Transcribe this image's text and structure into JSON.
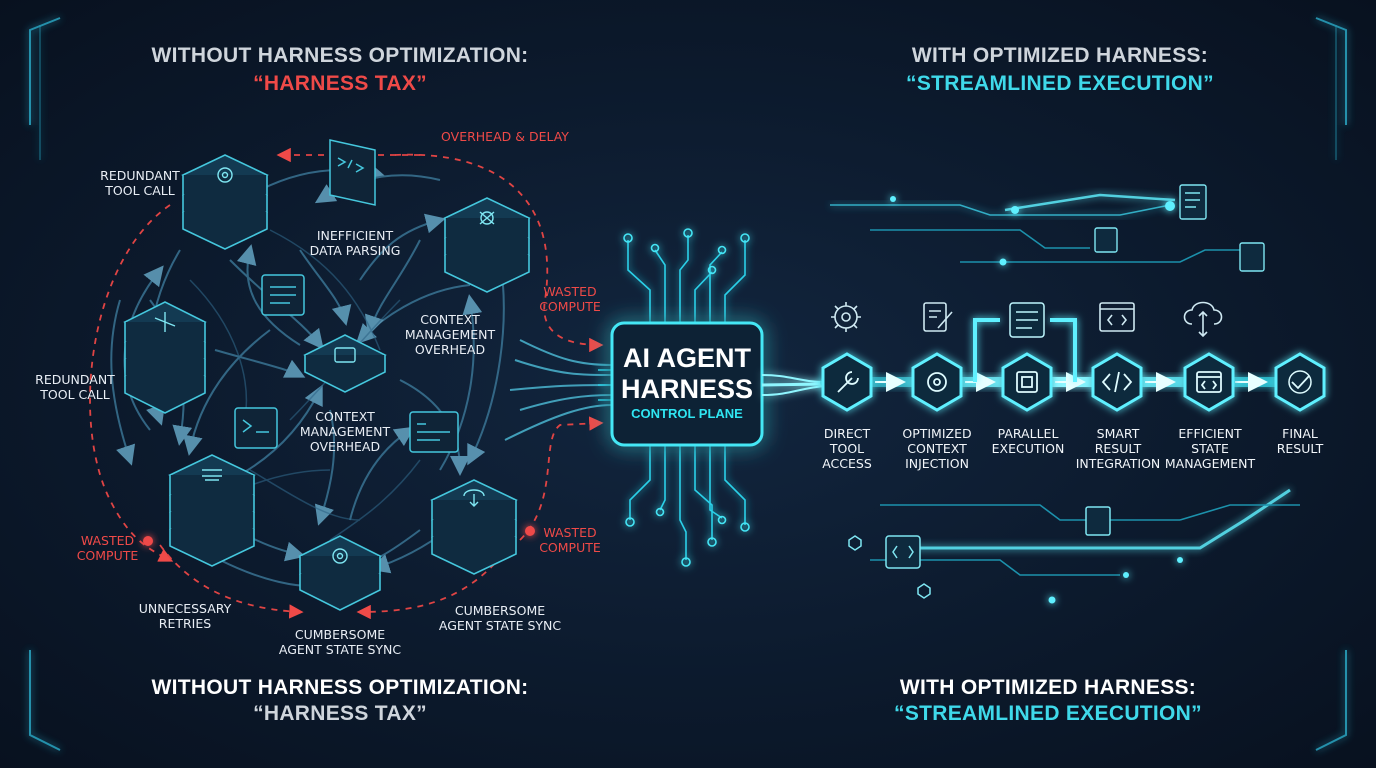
{
  "top_left": {
    "line1": "WITHOUT HARNESS OPTIMIZATION:",
    "line2": "“HARNESS TAX”"
  },
  "top_right": {
    "line1": "WITH OPTIMIZED HARNESS:",
    "line2": "“STREAMLINED EXECUTION”"
  },
  "bottom_left": {
    "line1": "WITHOUT HARNESS OPTIMIZATION:",
    "line2": "“HARNESS TAX”"
  },
  "bottom_right": {
    "line1": "WITH OPTIMIZED HARNESS:",
    "line2": "“STREAMLINED EXECUTION”"
  },
  "left_labels": {
    "redundant_top": "REDUNDANT\nTOOL CALL",
    "inefficient": "INEFFICIENT\nDATA PARSING",
    "overhead_delay": "OVERHEAD & DELAY",
    "wasted_right_top": "WASTED\nCOMPUTE",
    "context_right": "CONTEXT\nMANAGEMENT\nOVERHEAD",
    "redundant_mid": "REDUNDANT\nTOOL CALL",
    "context_center": "CONTEXT\nMANAGEMENT\nOVERHEAD",
    "wasted_left": "WASTED\nCOMPUTE",
    "wasted_right_bottom": "WASTED\nCOMPUTE",
    "retries": "UNNECESSARY\nRETRIES",
    "sync_bottom": "CUMBERSOME\nAGENT STATE SYNC",
    "sync_right": "CUMBERSOME\nAGENT STATE SYNC"
  },
  "core": {
    "line1": "AI AGENT",
    "line2": "HARNESS",
    "sub": "CONTROL PLANE"
  },
  "pipeline": [
    {
      "label": "DIRECT\nTOOL\nACCESS",
      "icon": "wrench-icon"
    },
    {
      "label": "OPTIMIZED\nCONTEXT\nINJECTION",
      "icon": "brain-gear-icon"
    },
    {
      "label": "PARALLEL\nEXECUTION",
      "icon": "chip-icon"
    },
    {
      "label": "SMART\nRESULT\nINTEGRATION",
      "icon": "code-icon"
    },
    {
      "label": "EFFICIENT\nSTATE\nMANAGEMENT",
      "icon": "browser-code-icon"
    },
    {
      "label": "FINAL\nRESULT",
      "icon": "check-icon"
    }
  ],
  "colors": {
    "background": "#0c1a2d",
    "cyan": "#2fe6f2",
    "red": "#ef4a48",
    "white": "#e6ebf2"
  }
}
